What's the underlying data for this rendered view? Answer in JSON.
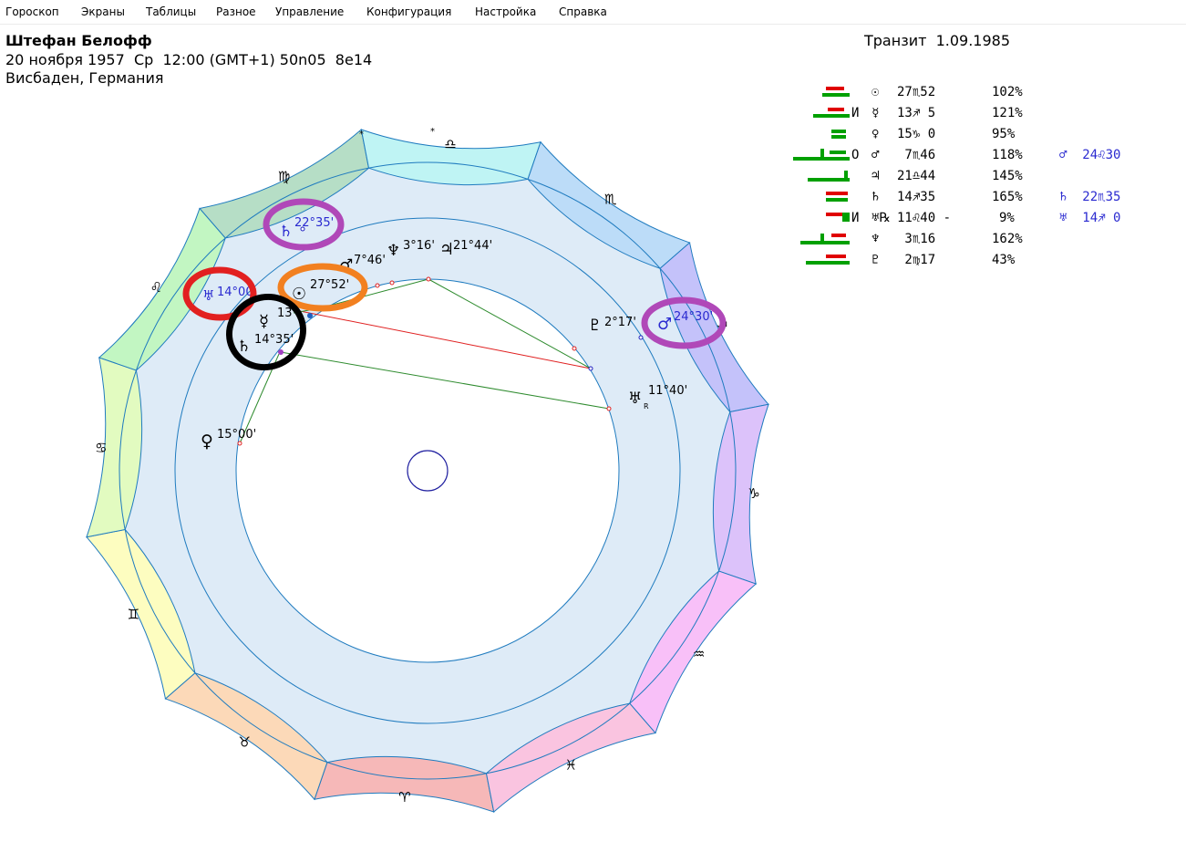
{
  "menu": [
    "Гороскоп",
    "Экраны",
    "Таблицы",
    "Разное",
    "Управление",
    "Конфигурация",
    "Настройка",
    "Справка"
  ],
  "header": {
    "name": "Штефан Белофф",
    "birth": "20 ноября 1957  Ср  12:00 (GMT+1) 50n05  8e14",
    "place": "Висбаден, Германия"
  },
  "transit": "Транзит  1.09.1985",
  "planet_table": [
    {
      "flag": "",
      "glyph": "☉",
      "position": "27♏52",
      "percent": "102%",
      "transit": ""
    },
    {
      "flag": "И",
      "glyph": "☿",
      "position": "13♐ 5",
      "percent": "121%",
      "transit": ""
    },
    {
      "flag": "",
      "glyph": "♀",
      "position": "15♑ 0",
      "percent": "95%",
      "transit": ""
    },
    {
      "flag": "О",
      "glyph": "♂",
      "position": " 7♏46",
      "percent": "118%",
      "transit": "♂  24♌30"
    },
    {
      "flag": "",
      "glyph": "♃",
      "position": "21♎44",
      "percent": "145%",
      "transit": ""
    },
    {
      "flag": "",
      "glyph": "♄",
      "position": "14♐35",
      "percent": "165%",
      "transit": "♄  22♏35"
    },
    {
      "flag": "И",
      "glyph": "♅℞",
      "position": "11♌40 -",
      "percent": "9%",
      "transit": "♅  14♐ 0"
    },
    {
      "flag": "",
      "glyph": "♆",
      "position": " 3♏16",
      "percent": "162%",
      "transit": ""
    },
    {
      "flag": "",
      "glyph": "♇",
      "position": " 2♍17",
      "percent": "43%",
      "transit": ""
    }
  ],
  "zodiac_glyphs": [
    "♈",
    "♉",
    "♊",
    "♋",
    "♌",
    "♍",
    "♎",
    "♏",
    "♐",
    "♑",
    "♒",
    "♓"
  ],
  "zodiac_colors": [
    "#f6b8b8",
    "#fcd9b8",
    "#fdfdc0",
    "#e2fbc0",
    "#c2f6c2",
    "#b6dec6",
    "#bff4f4",
    "#bcdcf8",
    "#c4c2fa",
    "#dcc2fa",
    "#f8c0f8",
    "#fac4e0"
  ],
  "natal_labels": [
    {
      "glyph": "☉",
      "text": "27°52'"
    },
    {
      "glyph": "☿",
      "text": "13"
    },
    {
      "glyph": "♄",
      "text": "14°35'"
    },
    {
      "glyph": "♀",
      "text": "15°00'"
    },
    {
      "glyph": "♂",
      "text": "7°46'"
    },
    {
      "glyph": "♆",
      "text": "3°16'"
    },
    {
      "glyph": "♃",
      "text": "21°44'"
    },
    {
      "glyph": "♇",
      "text": "2°17'"
    },
    {
      "glyph": "♅",
      "text": "11°40'",
      "retro": "R"
    }
  ],
  "transit_labels": [
    {
      "glyph": "♄",
      "text": "22°35'"
    },
    {
      "glyph": "♅",
      "text": "14°00'"
    },
    {
      "glyph": "♂",
      "text": "24°30'"
    }
  ],
  "colors": {
    "chart_fill": "#deebf7",
    "chart_line": "#1f7bbf",
    "transit_text": "#2a2ad0",
    "aspect_green": "#2e8b2e",
    "aspect_red": "#e02020",
    "highlight_purple": "#b048b8",
    "highlight_red": "#e22020",
    "highlight_orange": "#f28020",
    "highlight_black": "#000000"
  }
}
